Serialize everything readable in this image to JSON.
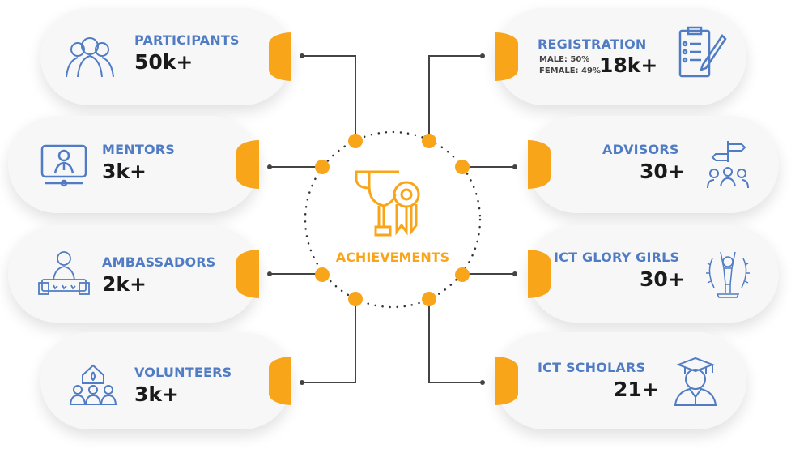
{
  "center": {
    "title": "ACHIEVEMENTS",
    "icon": "trophy-award-icon"
  },
  "colors": {
    "accent": "#f9a51a",
    "title": "#4f7cc4",
    "value": "#1a1a1a"
  },
  "left": [
    {
      "title": "PARTICIPANTS",
      "value": "50k+",
      "icon": "people-group-icon"
    },
    {
      "title": "MENTORS",
      "value": "3k+",
      "icon": "online-mentor-icon"
    },
    {
      "title": "AMBASSADORS",
      "value": "2k+",
      "icon": "ambassador-rating-icon"
    },
    {
      "title": "VOLUNTEERS",
      "value": "3k+",
      "icon": "volunteer-house-icon"
    }
  ],
  "right": [
    {
      "title": "REGISTRATION",
      "value": "18k+",
      "male": "MALE: 50%",
      "female": "FEMALE: 49%",
      "icon": "clipboard-form-icon"
    },
    {
      "title": "ADVISORS",
      "value": "30+",
      "icon": "advisor-signpost-icon"
    },
    {
      "title": "ICT GLORY GIRLS",
      "value": "30+",
      "icon": "girl-laurel-icon"
    },
    {
      "title": "ICT SCHOLARS",
      "value": "21+",
      "icon": "graduate-icon"
    }
  ]
}
